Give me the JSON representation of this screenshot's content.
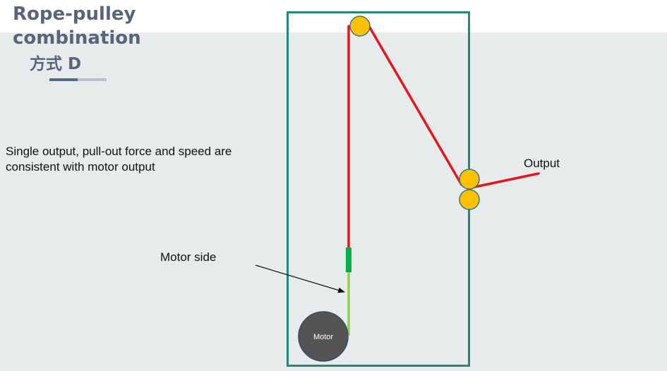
{
  "title": {
    "line1": "Rope-pulley",
    "line2": "combination"
  },
  "subtitle": "方式 D",
  "description": {
    "line1": "Single output, pull-out force and speed are",
    "line2": "consistent with motor output"
  },
  "labels": {
    "output": "Output",
    "motor_side": "Motor side",
    "motor": "Motor"
  },
  "colors": {
    "frame": "#1f8a76",
    "rope": "#e8141c",
    "connector": "#00b04f",
    "motor_rope": "#8fd14f",
    "pulley": "#ffc000",
    "pulley_outline": "#2f7a8a",
    "motor": "#545454"
  }
}
